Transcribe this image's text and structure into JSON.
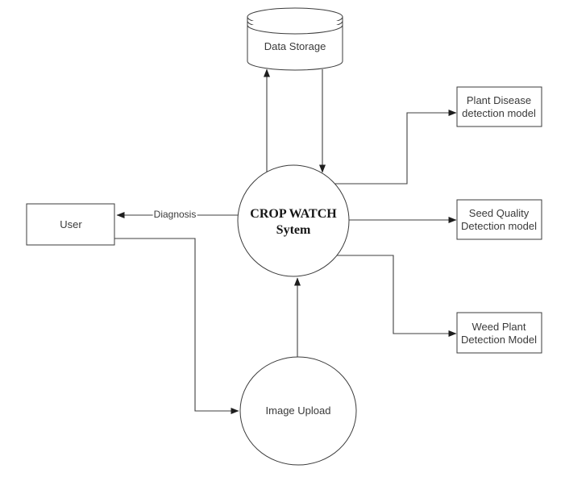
{
  "diagram": {
    "background": "#ffffff",
    "stroke_color": "#3b3b3b",
    "text_color": "#3a3a3a",
    "nodes": {
      "data_storage": {
        "shape": "cylinder",
        "label": "Data Storage"
      },
      "crop_watch_system": {
        "shape": "circle",
        "line1": "CROP WATCH",
        "line2": "Sytem"
      },
      "image_upload": {
        "shape": "circle",
        "label": "Image Upload"
      },
      "user": {
        "shape": "rectangle",
        "label": "User"
      },
      "plant_disease_model": {
        "shape": "rectangle",
        "line1": "Plant Disease",
        "line2": "detection model"
      },
      "seed_quality_model": {
        "shape": "rectangle",
        "line1": "Seed Quality",
        "line2": "Detection model"
      },
      "weed_plant_model": {
        "shape": "rectangle",
        "line1": "Weed Plant",
        "line2": "Detection Model"
      }
    },
    "edges": [
      {
        "from": "crop_watch_system",
        "to": "data_storage",
        "label": ""
      },
      {
        "from": "data_storage",
        "to": "crop_watch_system",
        "label": ""
      },
      {
        "from": "crop_watch_system",
        "to": "plant_disease_model",
        "label": ""
      },
      {
        "from": "crop_watch_system",
        "to": "seed_quality_model",
        "label": ""
      },
      {
        "from": "crop_watch_system",
        "to": "weed_plant_model",
        "label": ""
      },
      {
        "from": "crop_watch_system",
        "to": "user",
        "label": "Diagnosis"
      },
      {
        "from": "user",
        "to": "image_upload",
        "label": ""
      },
      {
        "from": "image_upload",
        "to": "crop_watch_system",
        "label": ""
      }
    ]
  }
}
